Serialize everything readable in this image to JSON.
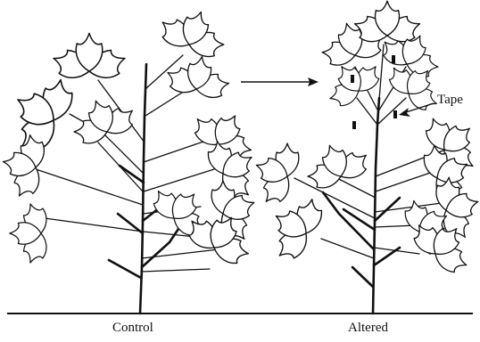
{
  "labels": {
    "control": "Control",
    "altered": "Altered",
    "tape": "Tape"
  },
  "colors": {
    "ink": "#111111",
    "paper": "#ffffff"
  }
}
